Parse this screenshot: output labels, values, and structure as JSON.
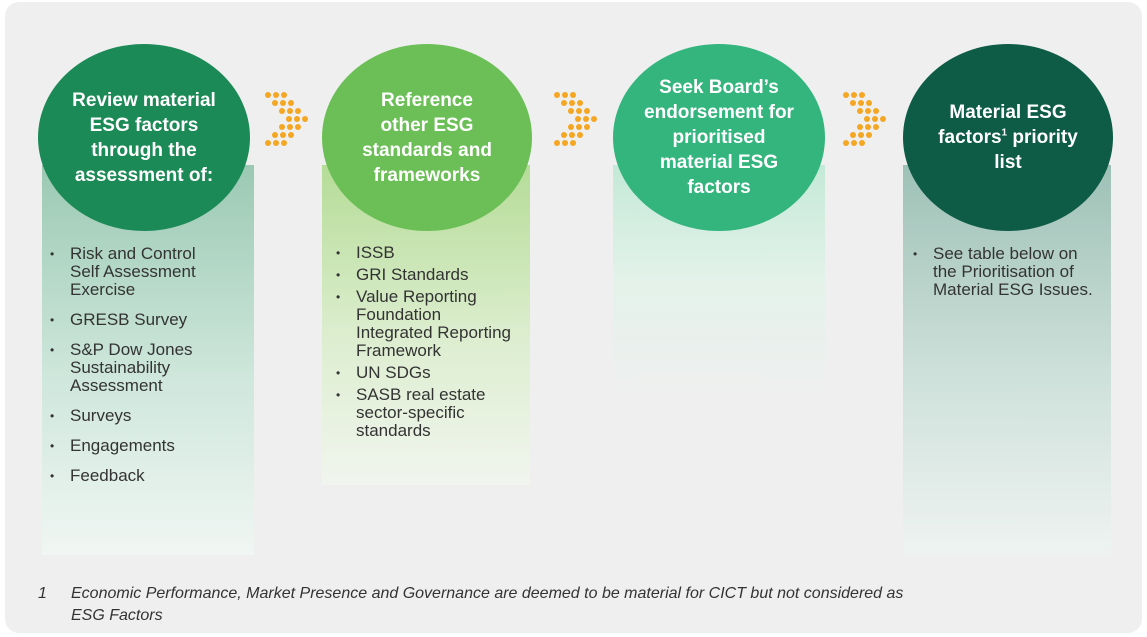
{
  "steps": [
    {
      "title": "Review material\nESG factors\nthrough the\nassessment of:",
      "items": [
        "Risk and Control\nSelf Assessment\nExercise",
        "GRESB Survey",
        "S&P Dow Jones\nSustainability\nAssessment",
        "Surveys",
        "Engagements",
        "Feedback"
      ]
    },
    {
      "title": "Reference\nother ESG\nstandards and\nframeworks",
      "items": [
        "ISSB",
        "GRI Standards",
        "Value Reporting\nFoundation\nIntegrated Reporting\nFramework",
        "UN SDGs",
        "SASB real estate\nsector-specific\nstandards"
      ]
    },
    {
      "title": "Seek Board’s\nendorsement for\nprioritised\nmaterial ESG\nfactors",
      "items": []
    },
    {
      "title_line1": "Material ESG",
      "title_line2_pre": "factors",
      "title_sup": "1",
      "title_line2_post": " priority",
      "title_line3": "list",
      "items": [
        "See table below on\nthe Prioritisation of\nMaterial ESG Issues."
      ]
    }
  ],
  "footnote": {
    "number": "1",
    "text": "Economic Performance, Market Presence and Governance are deemed to be material for CICT but not considered as\nESG Factors"
  },
  "colors": {
    "step1": "#1b8a56",
    "step2": "#6cbf57",
    "step3": "#34b57d",
    "step4": "#0e5c45",
    "arrow_dots": "#f5a623",
    "panel_bg": "#efefef"
  },
  "icons": {
    "arrow": "dotted-chevron-right-icon",
    "bullet": "•"
  }
}
